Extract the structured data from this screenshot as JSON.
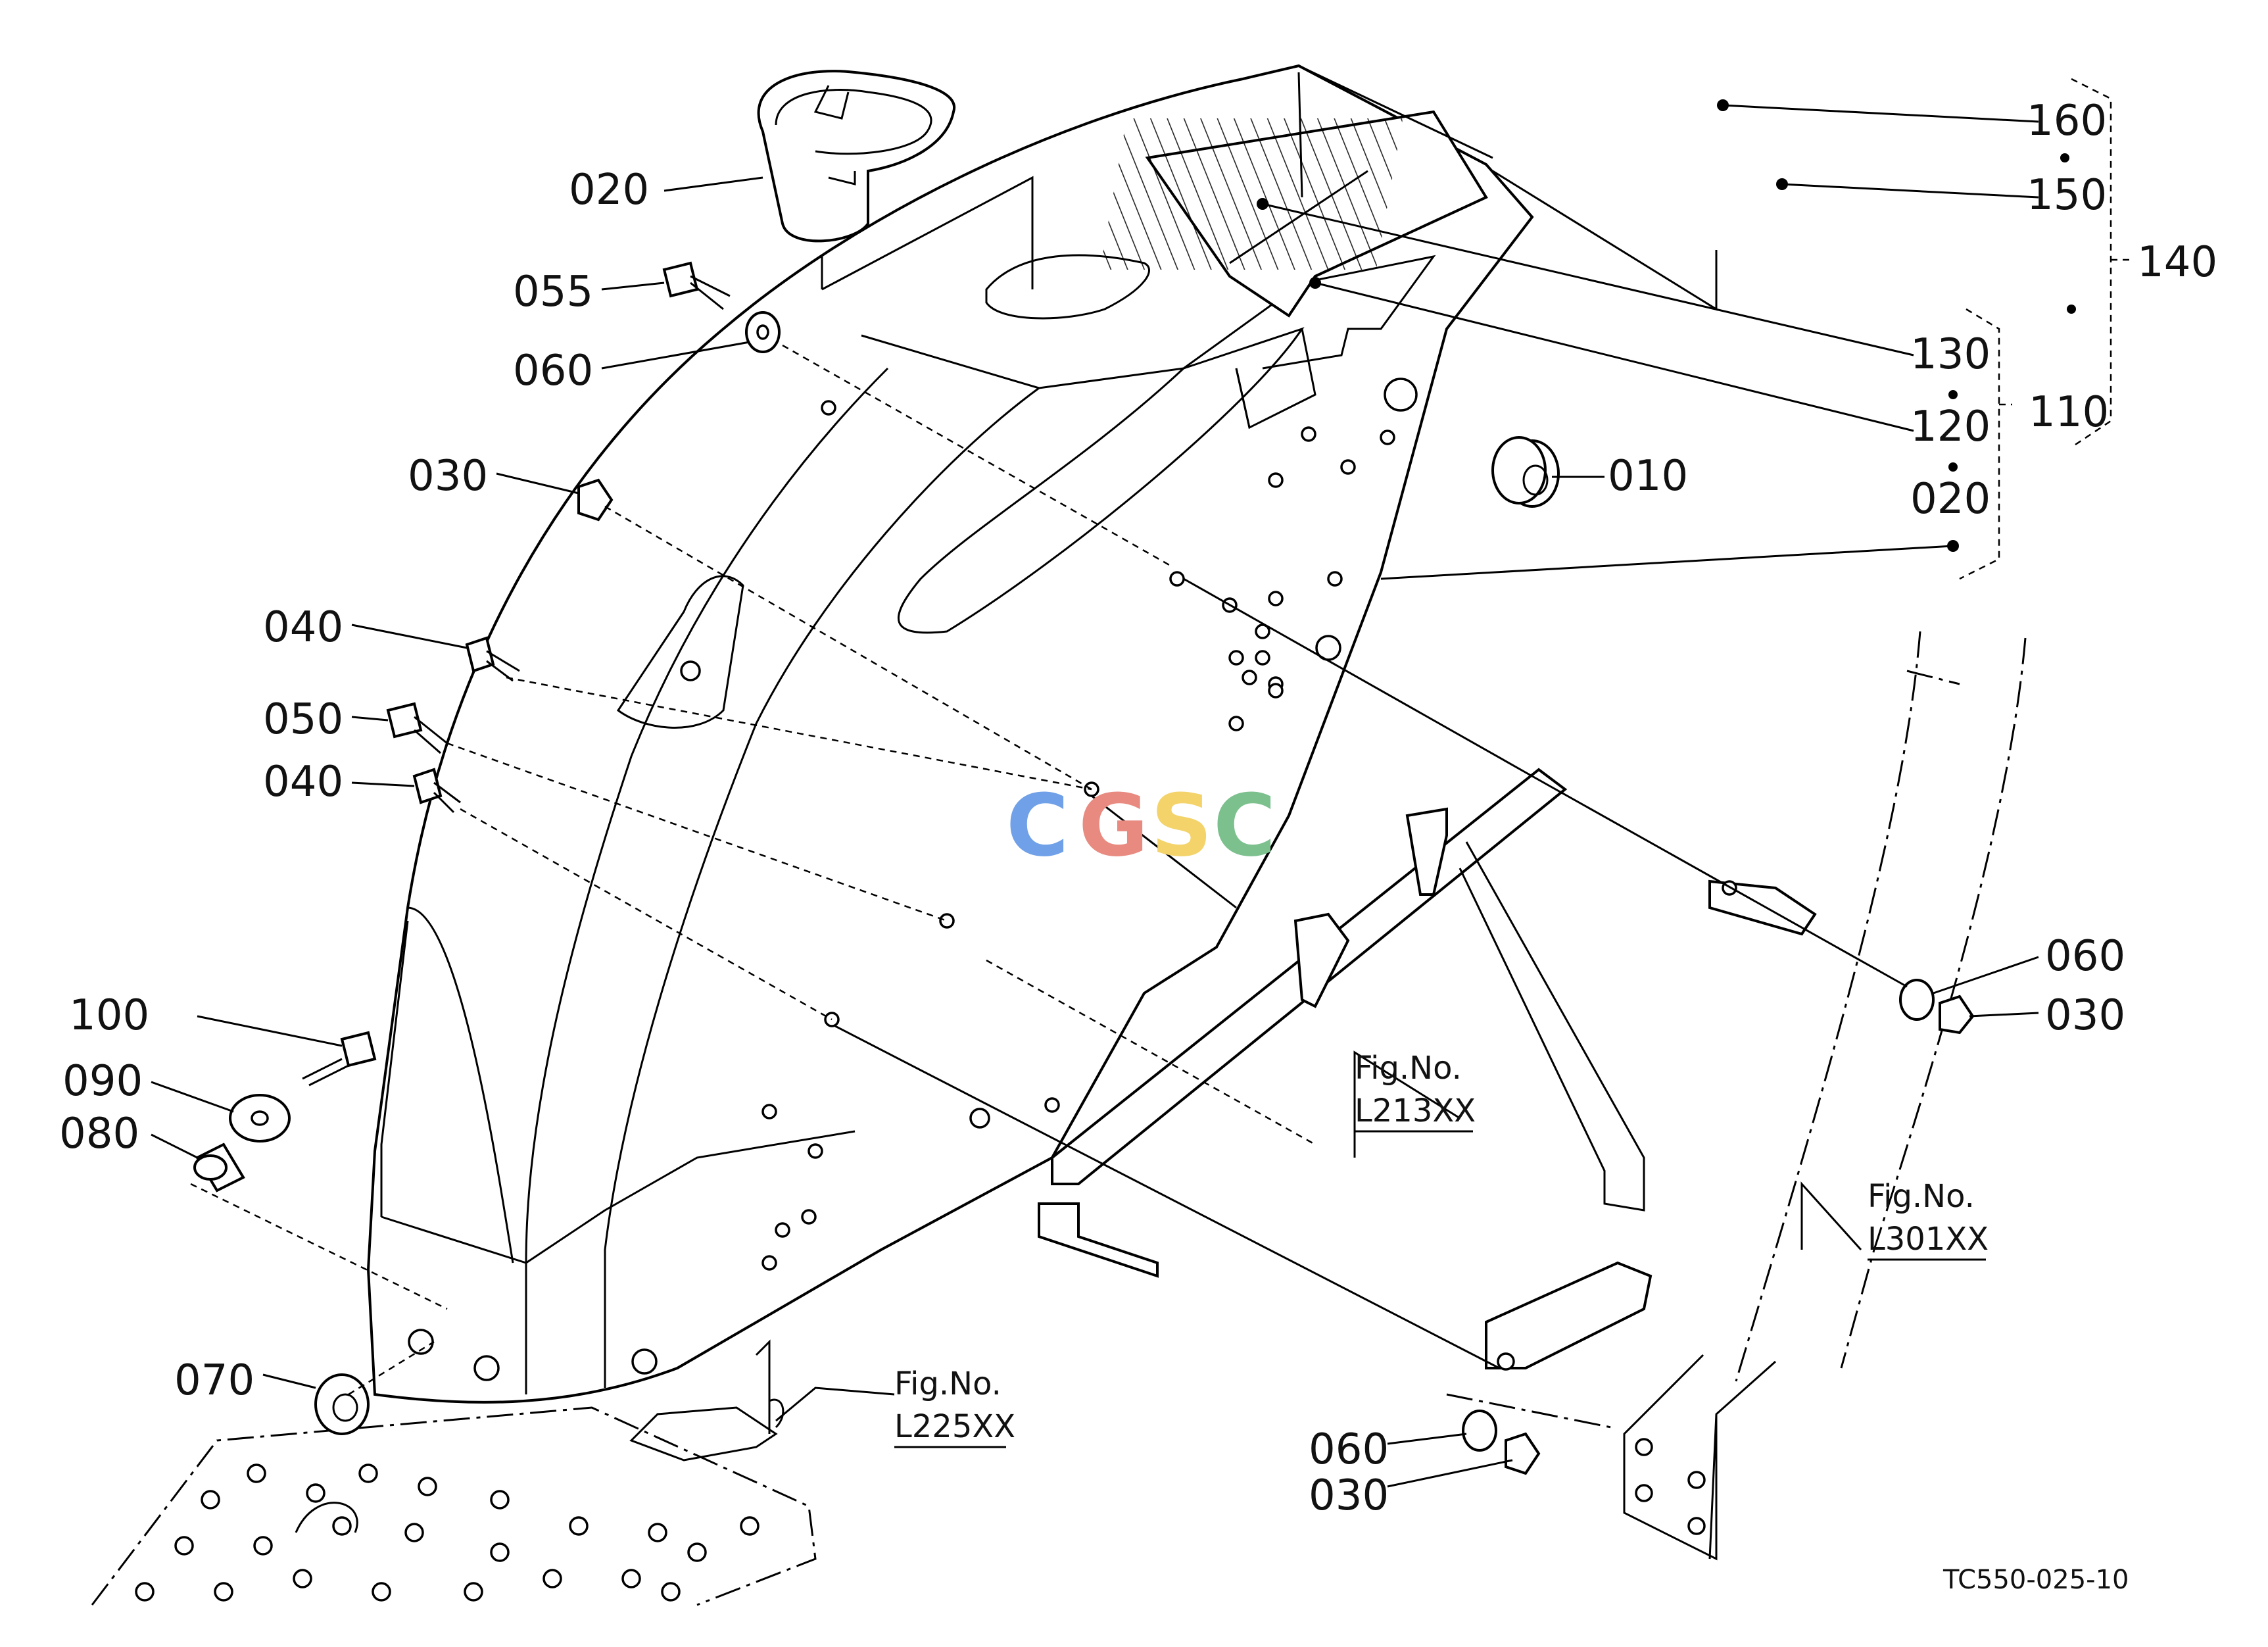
{
  "labels": {
    "l160": "160",
    "l150": "150",
    "l140": "140",
    "l130": "130",
    "l120": "120",
    "l110": "110",
    "l020b": "020",
    "l010": "010",
    "l020": "020",
    "l055": "055",
    "l060a": "060",
    "l030a": "030",
    "l040a": "040",
    "l050": "050",
    "l040b": "040",
    "l100": "100",
    "l090": "090",
    "l080": "080",
    "l070": "070",
    "l060b": "060",
    "l030b": "030",
    "l060c": "060",
    "l030c": "030"
  },
  "figure_refs": {
    "fig1_title": "Fig.No.",
    "fig1_code": "L213XX",
    "fig2_title": "Fig.No.",
    "fig2_code": "L301XX",
    "fig3_title": "Fig.No.",
    "fig3_code": "L225XX"
  },
  "watermark": {
    "c1": "C",
    "g": "G",
    "s": "S",
    "c2": "C",
    "colors": [
      "#6fa0e8",
      "#e88a80",
      "#f3d36a",
      "#7cc08e"
    ]
  },
  "drawing_code": "TC550-025-10"
}
